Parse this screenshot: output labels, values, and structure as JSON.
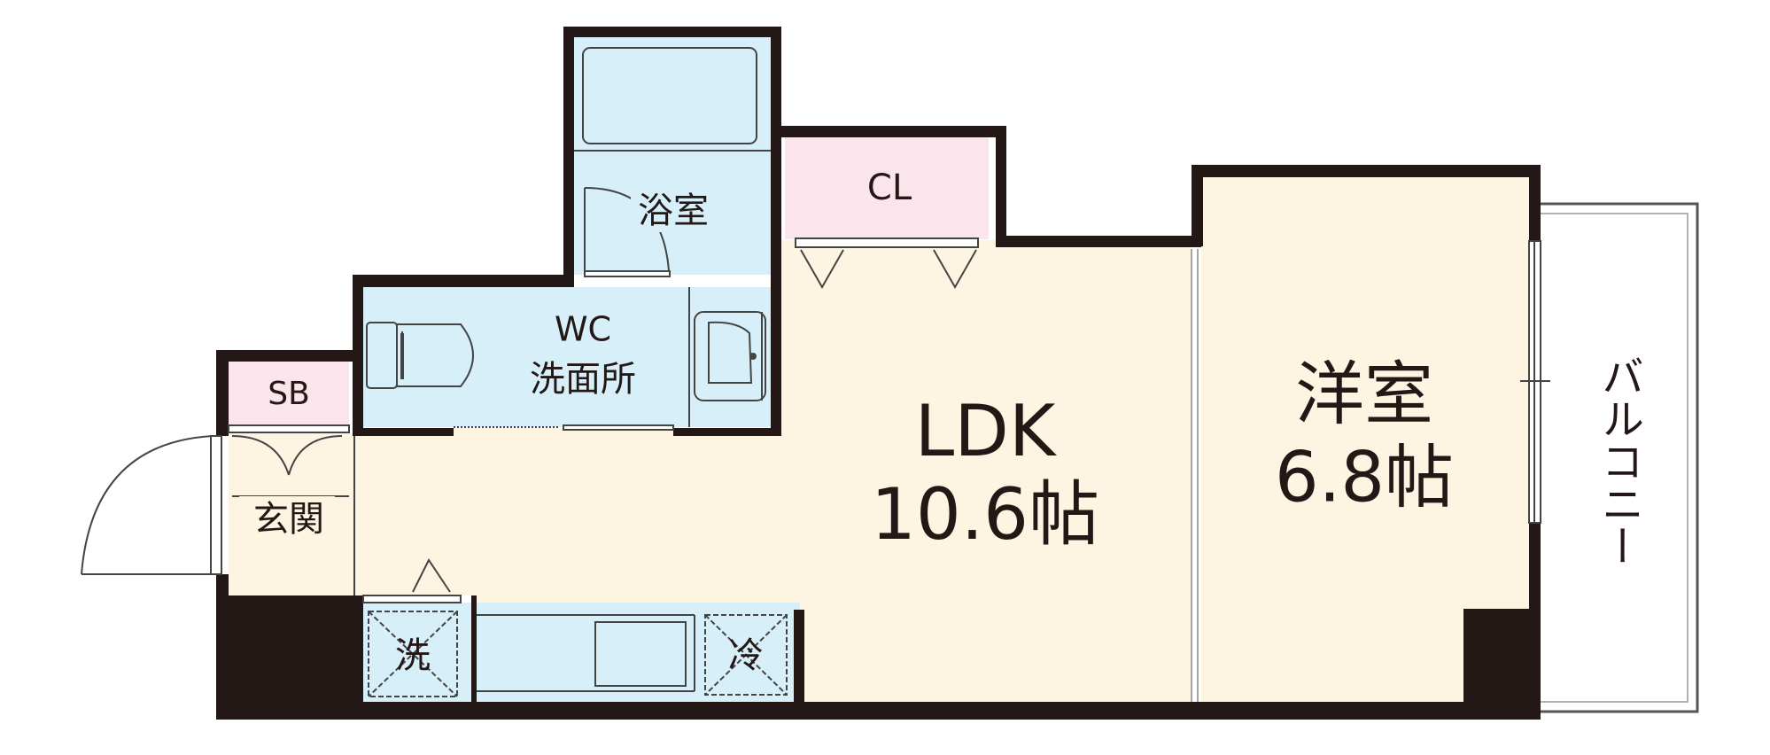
{
  "rooms": {
    "bath": "浴室",
    "closet": "CL",
    "wc_line1": "WC",
    "wc_line2": "洗面所",
    "shoe_box": "SB",
    "entrance": "玄関",
    "ldk_name": "LDK",
    "ldk_size": "10.6帖",
    "western_name": "洋室",
    "western_size": "6.8帖",
    "balcony": "バルコニー",
    "washer": "洗",
    "fridge": "冷"
  },
  "colors": {
    "wall": "#231815",
    "floor": "#fdf5e2",
    "wet_area": "#d6eff9",
    "storage": "#fbe4ec",
    "line": "#444444"
  }
}
